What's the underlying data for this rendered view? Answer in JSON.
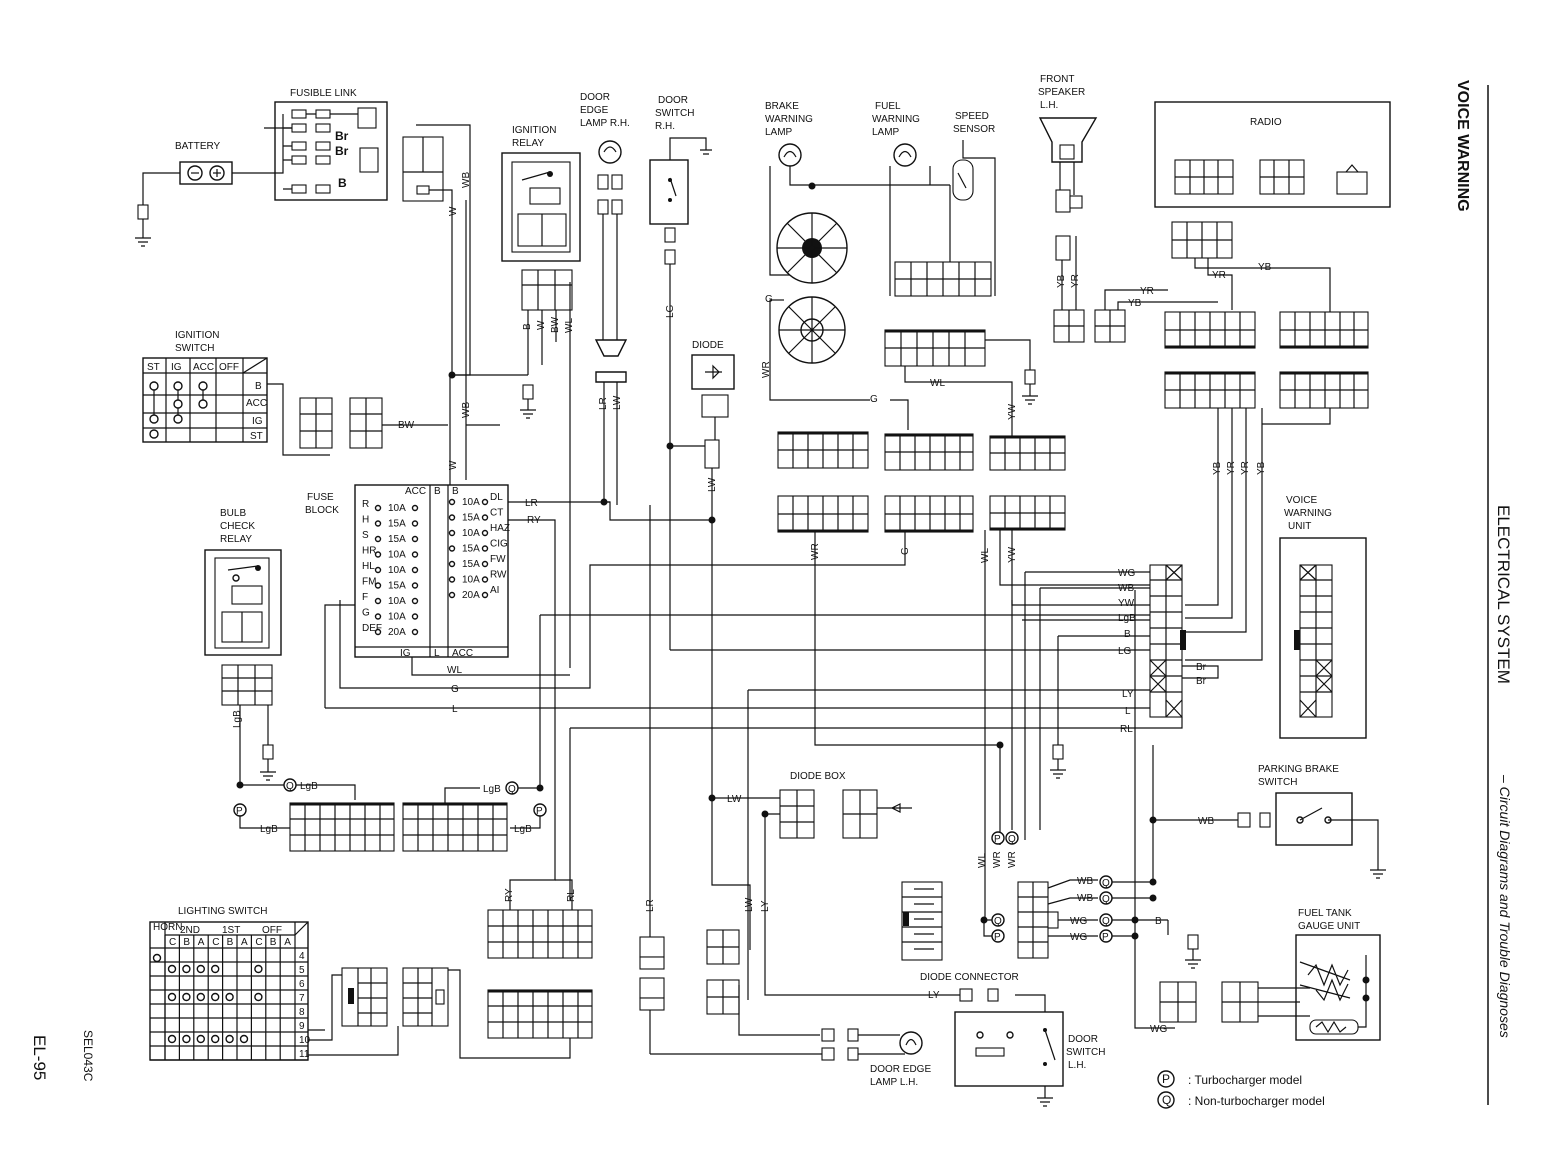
{
  "header": {
    "title": "VOICE WARNING",
    "section": "ELECTRICAL SYSTEM",
    "subtitle": "– Circuit Diagrams and Trouble Diagnoses",
    "page": "EL-95",
    "figure_code": "SEL043C"
  },
  "components": {
    "battery": "BATTERY",
    "fusible_link": "FUSIBLE LINK",
    "ignition_relay_1": "IGNITION",
    "ignition_relay_2": "RELAY",
    "door_edge_lamp_rh_1": "DOOR",
    "door_edge_lamp_rh_2": "EDGE",
    "door_edge_lamp_rh_3": "LAMP R.H.",
    "door_switch_rh_1": "DOOR",
    "door_switch_rh_2": "SWITCH",
    "door_switch_rh_3": "R.H.",
    "brake_warning_lamp_1": "BRAKE",
    "brake_warning_lamp_2": "WARNING",
    "brake_warning_lamp_3": "LAMP",
    "fuel_warning_lamp_1": "FUEL",
    "fuel_warning_lamp_2": "WARNING",
    "fuel_warning_lamp_3": "LAMP",
    "speed_sensor_1": "SPEED",
    "speed_sensor_2": "SENSOR",
    "front_speaker_1": "FRONT",
    "front_speaker_2": "SPEAKER",
    "front_speaker_3": "L.H.",
    "radio": "RADIO",
    "ignition_switch_1": "IGNITION",
    "ignition_switch_2": "SWITCH",
    "diode": "DIODE",
    "bulb_check_relay_1": "BULB",
    "bulb_check_relay_2": "CHECK",
    "bulb_check_relay_3": "RELAY",
    "fuse_block_1": "FUSE",
    "fuse_block_2": "BLOCK",
    "voice_warning_unit_1": "VOICE",
    "voice_warning_unit_2": "WARNING",
    "voice_warning_unit_3": "UNIT",
    "diode_box": "DIODE BOX",
    "parking_brake_switch_1": "PARKING BRAKE",
    "parking_brake_switch_2": "SWITCH",
    "lighting_switch": "LIGHTING SWITCH",
    "diode_connector": "DIODE CONNECTOR",
    "fuel_tank_gauge_unit_1": "FUEL TANK",
    "fuel_tank_gauge_unit_2": "GAUGE UNIT",
    "door_switch_lh_1": "DOOR",
    "door_switch_lh_2": "SWITCH",
    "door_switch_lh_3": "L.H.",
    "door_edge_lamp_lh_1": "DOOR EDGE",
    "door_edge_lamp_lh_2": "LAMP L.H."
  },
  "ignition_switch_table": {
    "headers": [
      "ST",
      "IG",
      "ACC",
      "OFF"
    ],
    "rows": [
      "B",
      "ACC",
      "IG",
      "ST"
    ]
  },
  "fuse_block": {
    "left": [
      "R",
      "H",
      "S",
      "HR",
      "HL",
      "FM",
      "F",
      "G",
      "DEF"
    ],
    "left_ratings": [
      "10A",
      "15A",
      "15A",
      "10A",
      "10A",
      "15A",
      "10A",
      "10A",
      "20A"
    ],
    "right": [
      "DL",
      "CT",
      "HAZ",
      "CIG",
      "FW",
      "RW",
      "AI"
    ],
    "right_ratings": [
      "10A",
      "15A",
      "10A",
      "15A",
      "15A",
      "10A",
      "20A"
    ],
    "top": [
      "ACC",
      "B",
      "B"
    ],
    "bottom": [
      "IG",
      "L",
      "ACC"
    ]
  },
  "wire_colors": {
    "wb": "WB",
    "w": "W",
    "bw": "BW",
    "lr": "LR",
    "ry": "RY",
    "wl": "WL",
    "g": "G",
    "l": "L",
    "lgb": "LgB",
    "lw": "LW",
    "lg": "LG",
    "b": "B",
    "wr": "WR",
    "yw": "YW",
    "yb": "YB",
    "yr": "YR",
    "wg": "WG",
    "ly": "LY",
    "rl": "RL",
    "br": "Br"
  },
  "lighting_switch_table": {
    "positions": [
      "2ND",
      "1ST",
      "OFF"
    ],
    "sub": [
      "C",
      "B",
      "A",
      "C",
      "B",
      "A",
      "C",
      "B",
      "A"
    ],
    "rows": [
      "4",
      "5",
      "6",
      "7",
      "8",
      "9",
      "10",
      "11"
    ],
    "horn": "HORN"
  },
  "legend": {
    "p_mark": "P",
    "q_mark": "Q",
    "p_text": ": Turbocharger model",
    "q_text": ": Non-turbocharger model"
  }
}
